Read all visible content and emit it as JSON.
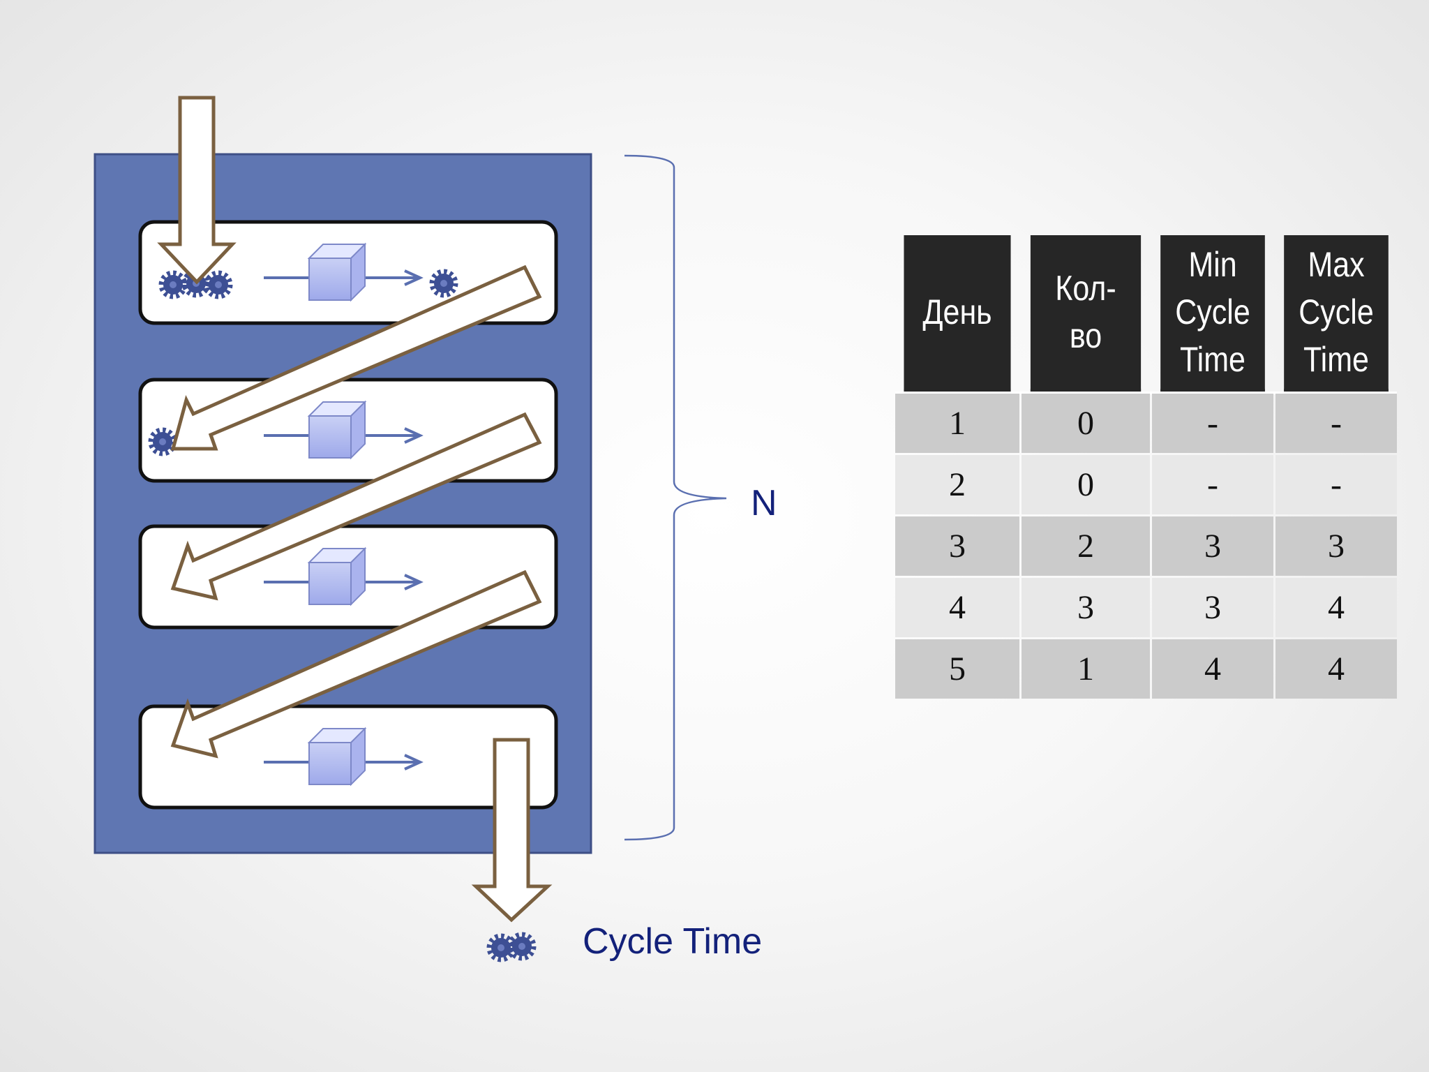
{
  "labels": {
    "n": "N",
    "cycle_time": "Cycle Time"
  },
  "colors": {
    "panel": "#5f76b2",
    "lane": "#ffffff",
    "arrow_outline": "#7a6040",
    "flow_arrow": "#5a6fb0",
    "gear": "#3d4f94",
    "label": "#13217a",
    "header_bg": "#262626",
    "row_dark": "#cbcbcb",
    "row_light": "#e8e8e8"
  },
  "icons": [
    "gear-icon",
    "cube-icon",
    "flow-arrow-icon"
  ],
  "table": {
    "headers": [
      "День",
      "Кол-во",
      "Min Cycle Time",
      "Max Cycle Time"
    ],
    "rows": [
      [
        "1",
        "0",
        "-",
        "-"
      ],
      [
        "2",
        "0",
        "-",
        "-"
      ],
      [
        "3",
        "2",
        "3",
        "3"
      ],
      [
        "4",
        "3",
        "3",
        "4"
      ],
      [
        "5",
        "1",
        "4",
        "4"
      ]
    ]
  }
}
